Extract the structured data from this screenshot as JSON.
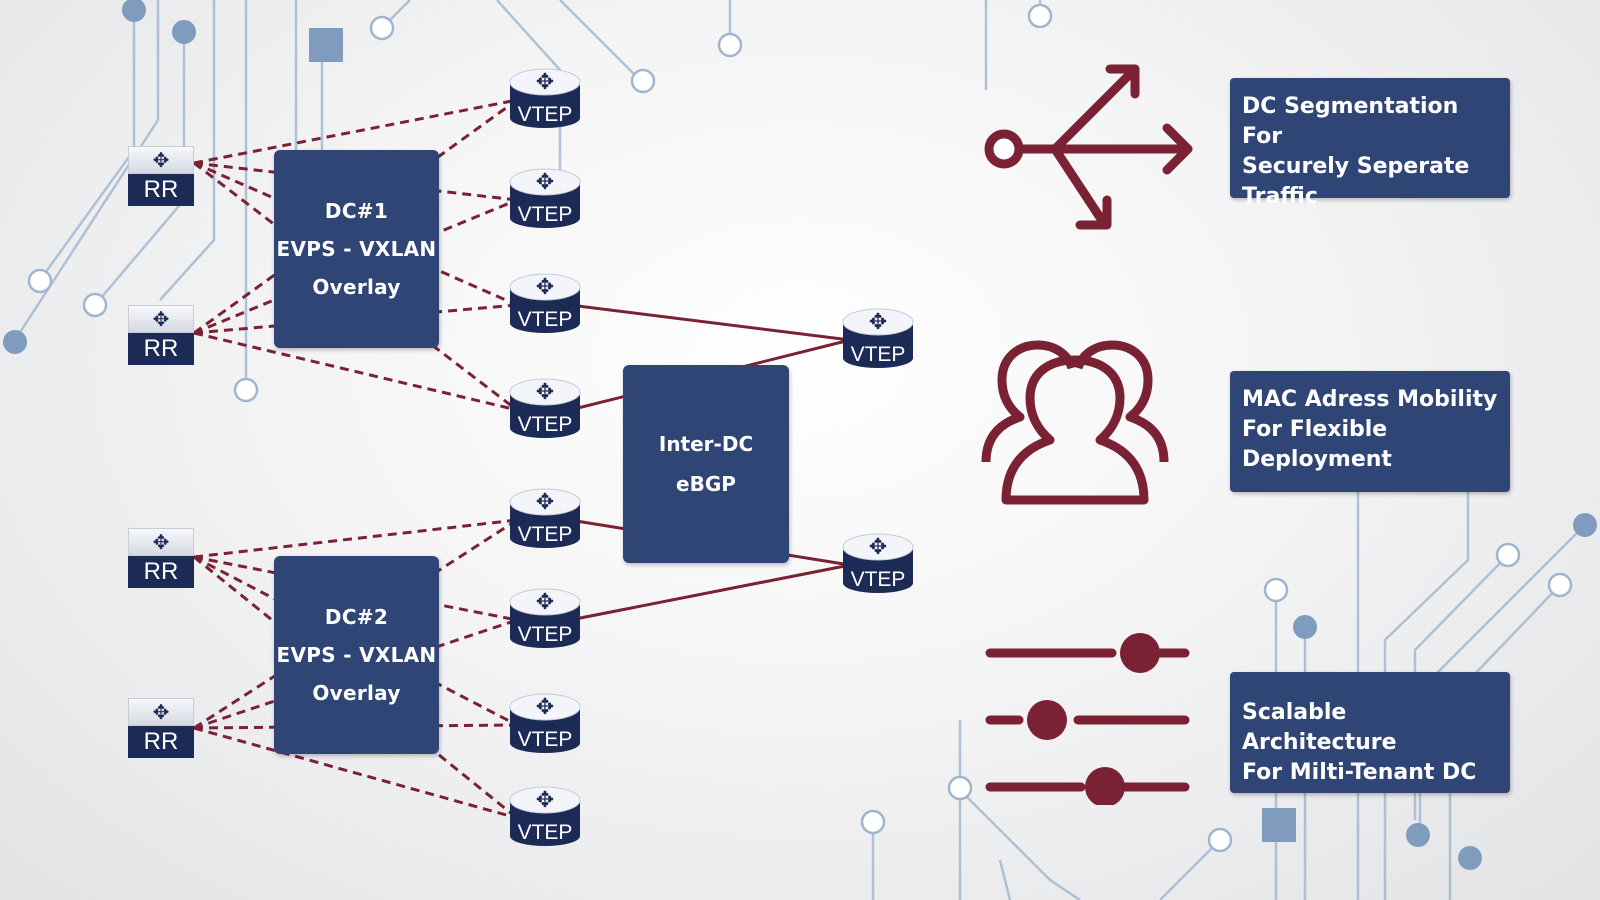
{
  "colors": {
    "navy": "#2f4575",
    "device_navy": "#1c2b55",
    "maroon": "#7a2233",
    "circuit": "#8fa9c8"
  },
  "dc1": {
    "lines": [
      "DC#1",
      "EVPS - VXLAN",
      "Overlay"
    ]
  },
  "dc2": {
    "lines": [
      "DC#2",
      "EVPS - VXLAN",
      "Overlay"
    ]
  },
  "interdc": {
    "lines": [
      "Inter-DC",
      "eBGP"
    ]
  },
  "device_labels": {
    "rr": "RR",
    "vtep": "VTEP"
  },
  "route_reflectors": [
    {
      "id": "rr1",
      "label": "RR"
    },
    {
      "id": "rr2",
      "label": "RR"
    },
    {
      "id": "rr3",
      "label": "RR"
    },
    {
      "id": "rr4",
      "label": "RR"
    }
  ],
  "vteps": [
    {
      "id": "v1",
      "label": "VTEP"
    },
    {
      "id": "v2",
      "label": "VTEP"
    },
    {
      "id": "v3",
      "label": "VTEP"
    },
    {
      "id": "v4",
      "label": "VTEP"
    },
    {
      "id": "v5",
      "label": "VTEP"
    },
    {
      "id": "v6",
      "label": "VTEP"
    },
    {
      "id": "v7",
      "label": "VTEP"
    },
    {
      "id": "v8",
      "label": "VTEP"
    },
    {
      "id": "b1",
      "label": "VTEP"
    },
    {
      "id": "b2",
      "label": "VTEP"
    }
  ],
  "features": [
    {
      "lines": [
        "DC Segmentation For",
        "Securely Seperate",
        "Traffic"
      ],
      "icon": "split-arrow-icon"
    },
    {
      "lines": [
        "MAC Adress Mobility",
        "For Flexible",
        "Deployment"
      ],
      "icon": "users-group-icon"
    },
    {
      "lines": [
        "Scalable Architecture",
        "For Milti-Tenant DC"
      ],
      "icon": "sliders-icon"
    }
  ],
  "links": {
    "dashed": [
      [
        "rr1",
        "v1"
      ],
      [
        "rr1",
        "v2"
      ],
      [
        "rr1",
        "v3"
      ],
      [
        "rr1",
        "v4"
      ],
      [
        "rr2",
        "v1"
      ],
      [
        "rr2",
        "v2"
      ],
      [
        "rr2",
        "v3"
      ],
      [
        "rr2",
        "v4"
      ],
      [
        "rr3",
        "v5"
      ],
      [
        "rr3",
        "v6"
      ],
      [
        "rr3",
        "v7"
      ],
      [
        "rr3",
        "v8"
      ],
      [
        "rr4",
        "v5"
      ],
      [
        "rr4",
        "v6"
      ],
      [
        "rr4",
        "v7"
      ],
      [
        "rr4",
        "v8"
      ]
    ],
    "solid": [
      [
        "v3",
        "b1"
      ],
      [
        "v4",
        "b1"
      ],
      [
        "v5",
        "b2"
      ],
      [
        "v6",
        "b2"
      ]
    ]
  }
}
